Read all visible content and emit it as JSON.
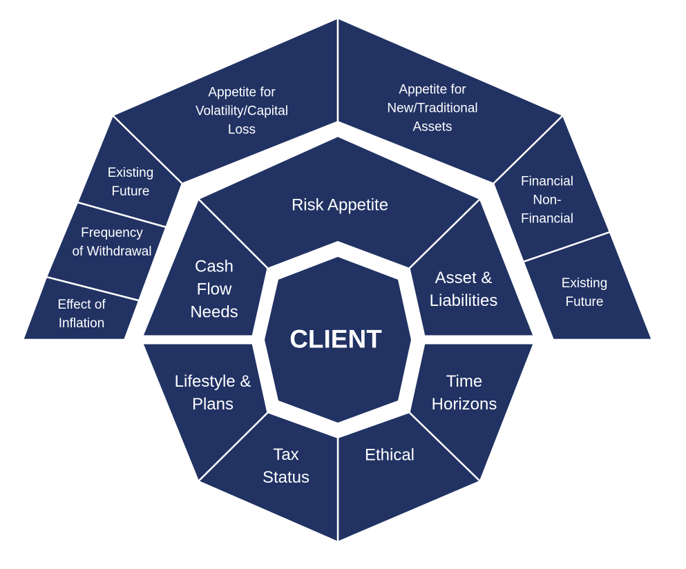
{
  "center_label": "CLIENT",
  "inner": {
    "risk_appetite": [
      "Risk Appetite"
    ],
    "assets": [
      "Asset &",
      "Liabilities"
    ],
    "time": [
      "Time",
      "Horizons"
    ],
    "ethical": [
      "Ethical"
    ],
    "tax": [
      "Tax",
      "Status"
    ],
    "lifestyle": [
      "Lifestyle &",
      "Plans"
    ],
    "cashflow": [
      "Cash",
      "Flow",
      "Needs"
    ]
  },
  "outer_left": {
    "volatility": [
      "Appetite for",
      "Volatility/Capital",
      "Loss"
    ],
    "existing": [
      "Existing",
      "Future"
    ],
    "withdrawal": [
      "Frequency",
      "of Withdrawal"
    ],
    "inflation": [
      "Effect of",
      "Inflation"
    ]
  },
  "outer_right": {
    "assets_type": [
      "Appetite for",
      "New/Traditional",
      "Assets"
    ],
    "financial": [
      "Financial",
      "Non-",
      "Financial"
    ],
    "existing": [
      "Existing",
      "Future"
    ]
  },
  "colors": {
    "segment": "#213263",
    "text": "#ffffff",
    "background": "#ffffff"
  }
}
